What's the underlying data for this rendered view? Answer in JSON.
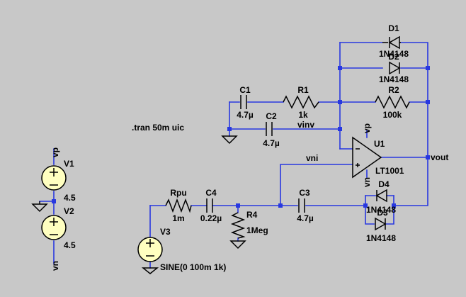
{
  "labels": {
    "d1_name": "D1",
    "d1_model": "1N4148",
    "d2_name": "D2",
    "d2_model": "1N4148",
    "d3_name": "D3",
    "d3_model": "1N4148",
    "d4_name": "D4",
    "d4_model": "1N4148",
    "c1_name": "C1",
    "c1_value": "4.7µ",
    "c2_name": "C2",
    "c2_value": "4.7µ",
    "c3_name": "C3",
    "c3_value": "4.7µ",
    "c4_name": "C4",
    "c4_value": "0.22µ",
    "r1_name": "R1",
    "r1_value": "1k",
    "r2_name": "R2",
    "r2_value": "100k",
    "r4_name": "R4",
    "r4_value": "1Meg",
    "rpu_name": "Rpu",
    "rpu_value": "1m",
    "u1_name": "U1",
    "u1_model": "LT1001",
    "v1_name": "V1",
    "v1_value": "4.5",
    "v2_name": "V2",
    "v2_value": "4.5",
    "v3_name": "V3",
    "v3_value": "SINE(0 100m 1k)",
    "net_vinv": "vinv",
    "net_vni": "vni",
    "net_vout": "vout",
    "net_vp": "vp",
    "net_vn": "vn",
    "net_vp2": "vp",
    "net_vn2": "vn",
    "directive": ".tran 50m uic"
  }
}
